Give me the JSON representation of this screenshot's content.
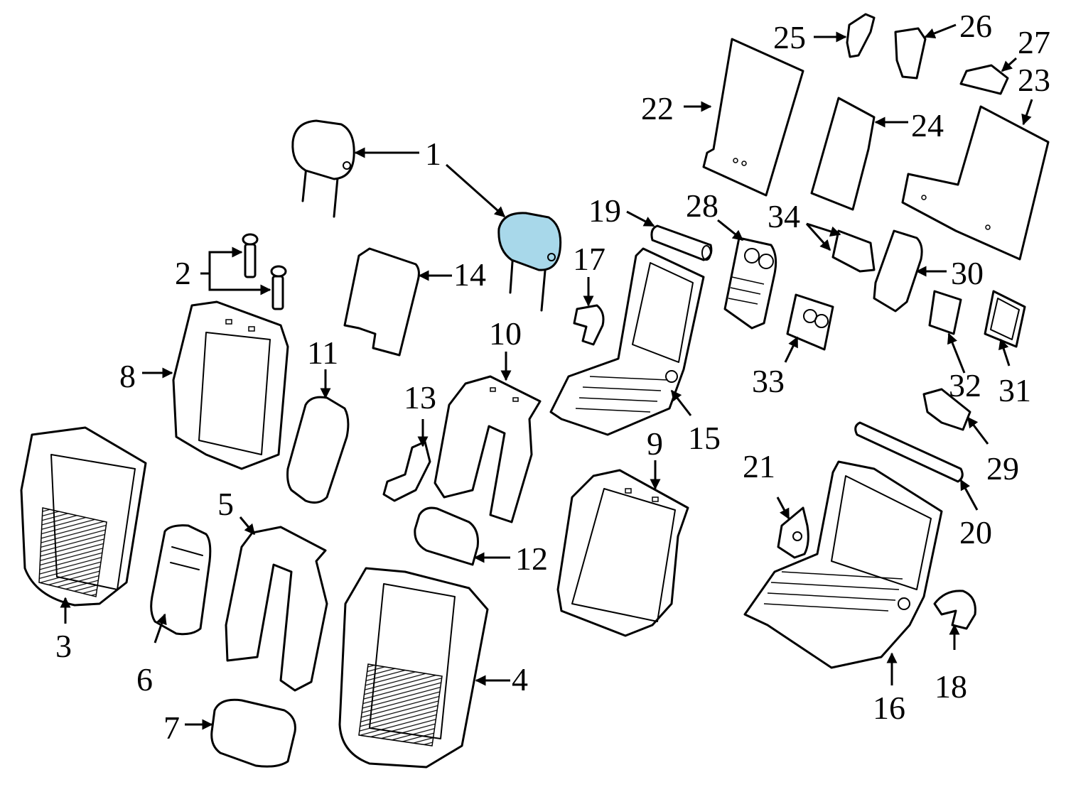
{
  "diagram": {
    "highlight_color": "#a8d8ea",
    "callouts": [
      "1",
      "2",
      "3",
      "4",
      "5",
      "6",
      "7",
      "8",
      "9",
      "10",
      "11",
      "12",
      "13",
      "14",
      "15",
      "16",
      "17",
      "18",
      "19",
      "20",
      "21",
      "22",
      "23",
      "24",
      "25",
      "26",
      "27",
      "28",
      "29",
      "30",
      "31",
      "32",
      "33",
      "34"
    ],
    "highlighted_part": "1"
  }
}
